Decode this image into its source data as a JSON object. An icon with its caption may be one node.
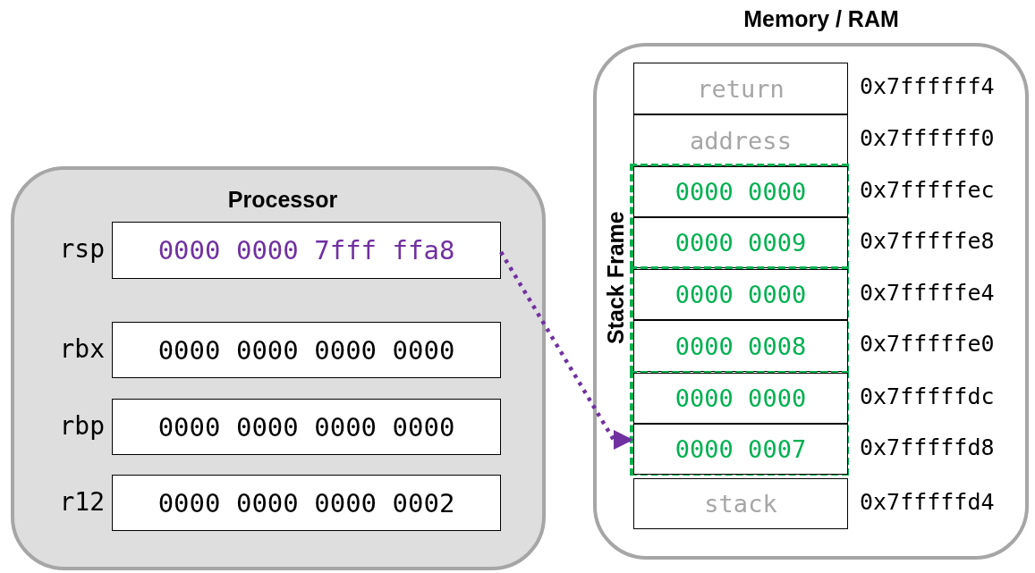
{
  "diagram": {
    "nodes": [
      {
        "text": [
          "Processor"
        ]
      },
      {
        "text": [
          "0000 0000 7fff ffa8"
        ],
        "in": 0,
        "beside": [
          "rsp"
        ]
      },
      {
        "text": [
          "0000 0000 0000 0000"
        ],
        "in": 0,
        "beside": [
          "rbx"
        ]
      },
      {
        "text": [
          "0000 0000 0000 0000"
        ],
        "in": 0,
        "beside": [
          "rbp"
        ]
      },
      {
        "text": [
          "0000 0000 0000 0002"
        ],
        "in": 0,
        "beside": [
          "r12"
        ]
      },
      {
        "text": [
          "Memory / RAM"
        ]
      },
      {
        "text": [
          "return"
        ],
        "in": 5,
        "beside": [
          "0x7ffffff4"
        ]
      },
      {
        "text": [
          "address"
        ],
        "in": 5,
        "beside": [
          "0x7ffffff0"
        ]
      },
      {
        "text": [],
        "shape": "box",
        "in": 5
      },
      {
        "text": [
          "0000 0000"
        ],
        "in": 8,
        "beside": [
          "0x7fffffec"
        ]
      },
      {
        "text": [
          "0000 0009"
        ],
        "in": 8,
        "beside": [
          "0x7fffffe8"
        ]
      },
      {
        "text": [],
        "shape": "box",
        "in": 5
      },
      {
        "text": [
          "0000 0000"
        ],
        "in": 11,
        "beside": [
          "0x7fffffe4"
        ]
      },
      {
        "text": [
          "0000 0008"
        ],
        "in": 11,
        "beside": [
          "0x7fffffe0"
        ]
      },
      {
        "text": [],
        "shape": "box",
        "in": 5
      },
      {
        "text": [
          "0000 0000"
        ],
        "in": 14,
        "beside": [
          "0x7fffffdc"
        ]
      },
      {
        "text": [
          "0000 0007"
        ],
        "in": 14,
        "beside": [
          "0x7fffffd8"
        ]
      },
      {
        "text": [
          "stack"
        ],
        "in": 5,
        "beside": [
          "0x7fffffd4"
        ]
      }
    ],
    "edges": [
      {
        "from": 1,
        "to": 16,
        "arrow": "to",
        "style": "dashed",
        "color": "#7030a0"
      }
    ],
    "labels": [
      "Stack Frame"
    ]
  }
}
